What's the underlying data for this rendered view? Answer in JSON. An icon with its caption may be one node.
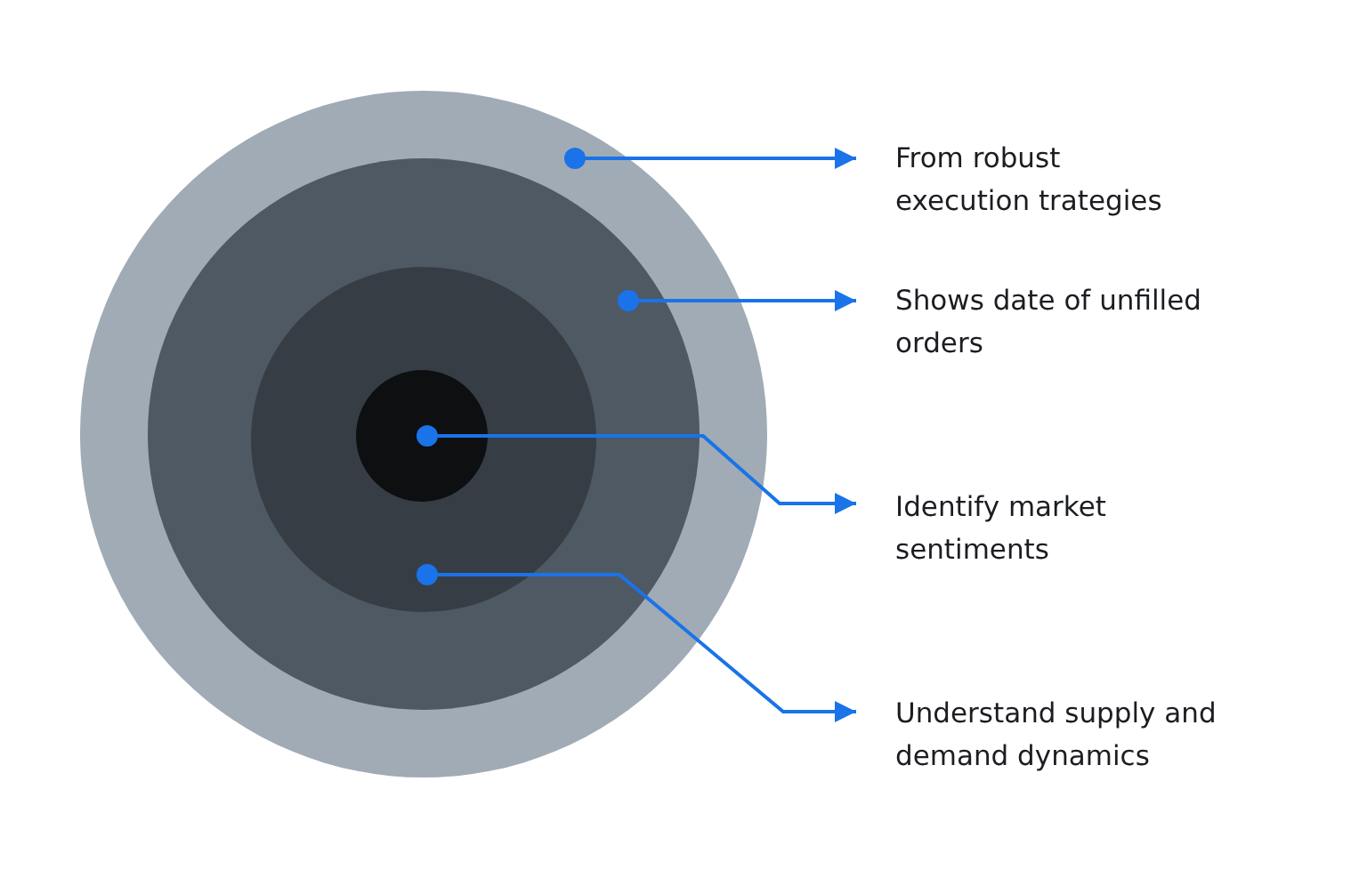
{
  "diagram": {
    "nodes": [
      {
        "text": [],
        "shape": "circle"
      },
      {
        "text": [],
        "shape": "circle",
        "in": 0
      },
      {
        "text": [],
        "shape": "circle",
        "in": 1
      },
      {
        "text": [],
        "shape": "circle",
        "in": 2
      },
      {
        "text": [
          "From robust execution trategies"
        ]
      },
      {
        "text": [
          "Shows date of unfilled orders"
        ]
      },
      {
        "text": [
          "Identify market sentiments"
        ]
      },
      {
        "text": [
          "Understand supply and demand dynamics"
        ]
      }
    ],
    "edges": [
      {
        "from": 0,
        "to": 4,
        "arrow": "to"
      },
      {
        "from": 1,
        "to": 5,
        "arrow": "to"
      },
      {
        "from": 3,
        "to": 6,
        "arrow": "to"
      },
      {
        "from": 2,
        "to": 7,
        "arrow": "to"
      }
    ]
  }
}
